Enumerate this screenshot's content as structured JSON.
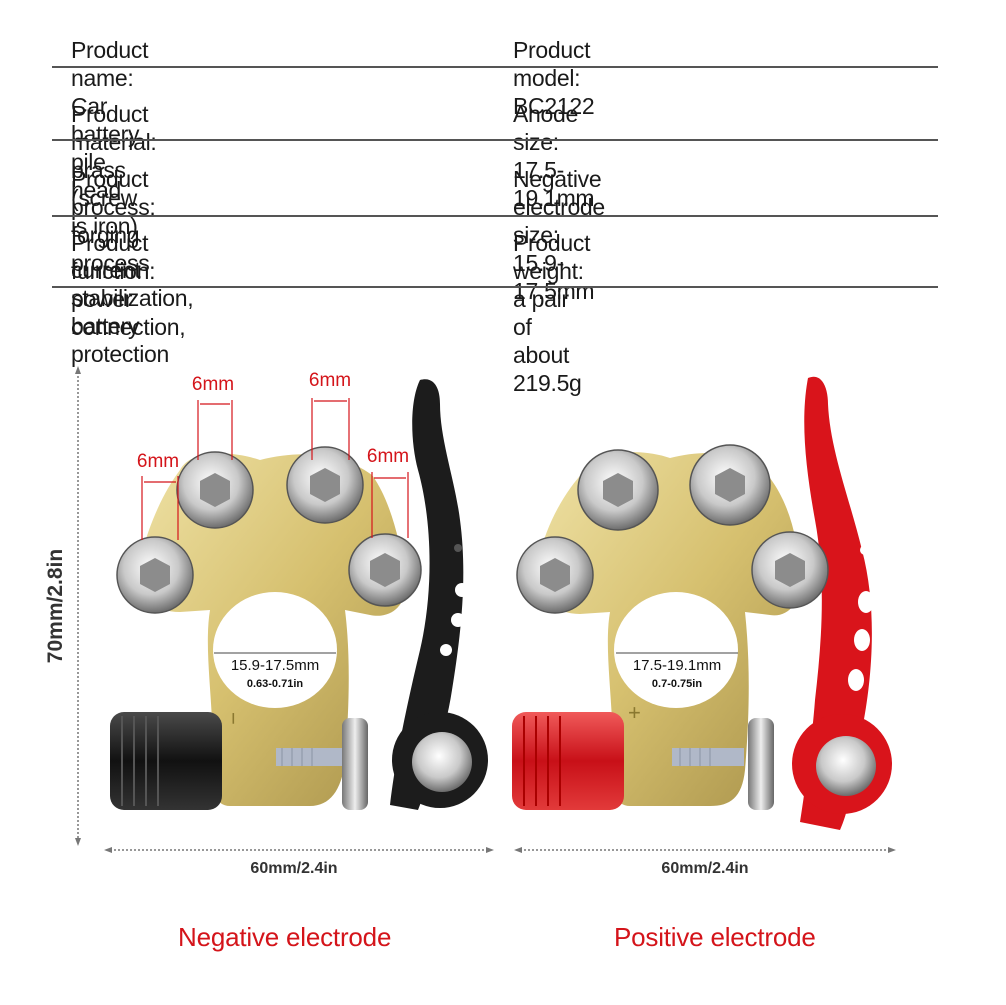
{
  "specs": {
    "rows": [
      {
        "left": "Product name: Car battery pile head",
        "right": "Product model: BC2122"
      },
      {
        "left": "Product material: brass (screw is iron)",
        "right": "Anode size: 17.5-19.1mm"
      },
      {
        "left": "Product process: forging process",
        "right": "Negative electrode size: 15.9-17.5mm"
      },
      {
        "left_line1": "Product function: power connection,",
        "left_line2": "current stabilization, battery protection",
        "right": "Product weight: a pair of about 219.5g"
      }
    ]
  },
  "figure": {
    "height_dimension": "70mm/2.8in",
    "negative": {
      "width_dimension": "60mm/2.4in",
      "hole_size_mm": "15.9-17.5mm",
      "hole_size_in": "0.63-0.71in",
      "bolt_gap_labels": [
        "6mm",
        "6mm",
        "6mm",
        "6mm"
      ],
      "polarity_mark": "−",
      "caption": "Negative electrode",
      "lever_color": "#1c1c1c"
    },
    "positive": {
      "width_dimension": "60mm/2.4in",
      "hole_size_mm": "17.5-19.1mm",
      "hole_size_in": "0.7-0.75in",
      "polarity_mark": "+",
      "caption": "Positive electrode",
      "lever_color": "#d9141b"
    },
    "colors": {
      "brass": "#d8c47a",
      "label_red": "#d4141a",
      "dimension_gray": "#777777"
    }
  }
}
